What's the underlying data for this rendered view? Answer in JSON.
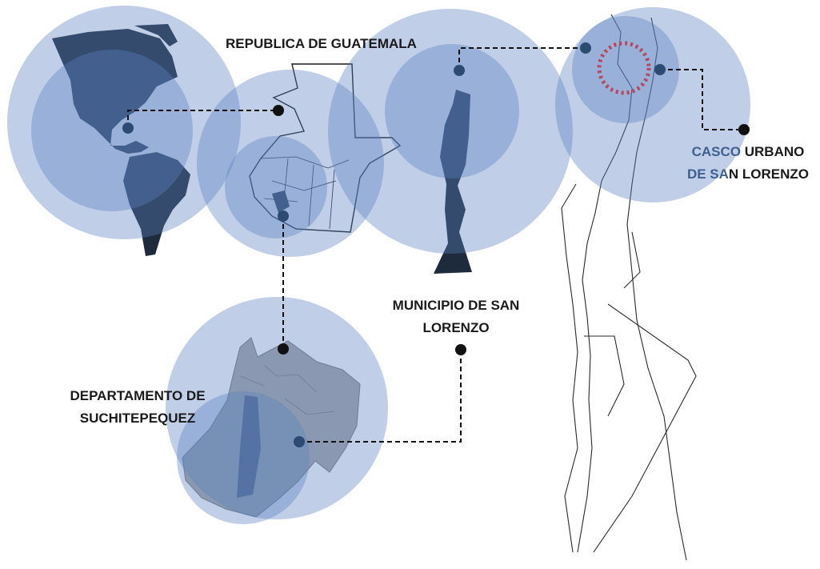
{
  "labels": {
    "guatemala": "REPUBLICA DE GUATEMALA",
    "municipio_line1": "MUNICIPIO DE SAN",
    "municipio_line2": "LORENZO",
    "departamento_line1": "DEPARTAMENTO DE",
    "departamento_line2": "SUCHITEPEQUEZ",
    "casco_line1_highlight": "CASCO",
    "casco_line1_rest": " URBANO",
    "casco_line2_highlight": "DE SA",
    "casco_line2_rest": "N LORENZO"
  },
  "colors": {
    "circle_fill": "#5a82bf",
    "circle_opacity": 0.38,
    "marker": "#111111",
    "marker_inner": "#2c4a72",
    "map_dark": "#1d2b3c",
    "map_gray": "#aaaaaa",
    "highlight_ring": "#b5485f"
  }
}
